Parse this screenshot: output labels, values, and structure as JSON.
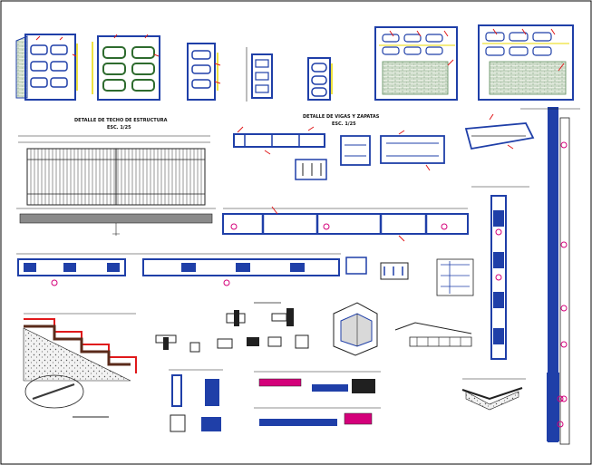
{
  "sheet": {
    "background": "#ffffff",
    "frame_color": "#000000",
    "colors": {
      "structure": "#1f3fa8",
      "rebar": "#e0191b",
      "annotation": "#e8d800",
      "masonry": "#5a8a5a",
      "dimension": "#202020",
      "accent": "#d4007a"
    }
  },
  "titles": {
    "roof_detail": "DETALLE DE TECHO DE ESTRUCTURA",
    "roof_detail_sub": "ESC. 1/25",
    "beam_detail": "DETALLE DE VIGAS Y ZAPATAS",
    "beam_detail_sub": "ESC. 1/25"
  }
}
